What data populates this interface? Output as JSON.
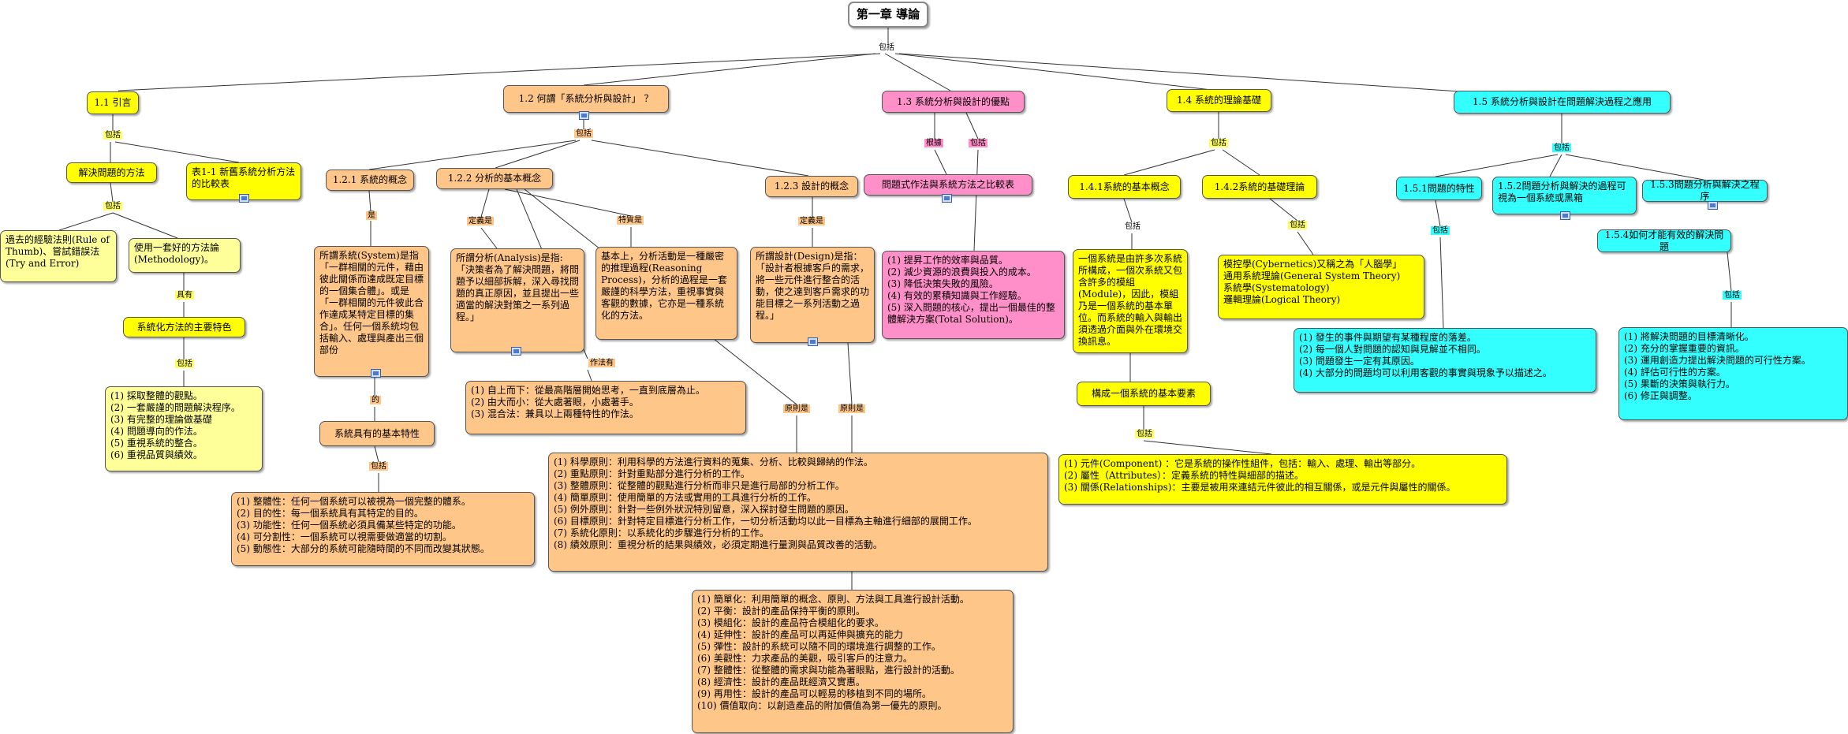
{
  "root": {
    "title": "第一章 導論",
    "link": "包括"
  },
  "n11": {
    "title": "1.1 引言",
    "link": "包括",
    "a": "解決問題的方法",
    "b": "表1-1 新舊系統分析方法的比較表",
    "a_link": "包括",
    "a1": "過去的經驗法則(Rule of Thumb)、嘗試錯誤法(Try and Error)",
    "a2": "使用一套好的方法論(Methodology)。",
    "a2_link": "具有",
    "a3": "系統化方法的主要特色",
    "a3_link": "包括",
    "a4": "(1) 採取整體的觀點。\n(2) 一套嚴謹的問題解決程序。\n(3) 有完整的理論做基礎\n(4) 問題導向的作法。\n(5) 重視系統的整合。\n(6) 重視品質與績效。"
  },
  "n12": {
    "title": "1.2 何謂「系統分析與設計」 ？",
    "link": "包括",
    "c1": "1.2.1 系統的概念",
    "c1_link": "是",
    "c1a": "所謂系統(System)是指「一群相關的元件，藉由彼此關係而達成既定目標的一個集合體」。或是「一群相關的元件彼此合作達成某特定目標的集合」。任何一個系統均包括輸入、處理與產出三個部份",
    "c1a_link": "的",
    "c1b": "系統具有的基本特性",
    "c1b_link": "包括",
    "c1c": "(1) 整體性：任何一個系統可以被視為一個完整的體系。\n(2) 目的性：每一個系統具有其特定的目的。\n(3) 功能性：任何一個系統必須具備某些特定的功能。\n(4) 可分割性：一個系統可以視需要做適當的切割。\n(5) 動態性：大部分的系統可能隨時間的不同而改變其狀態。",
    "c2": "1.2.2 分析的基本概念",
    "c2_link1": "定義是",
    "c2_link2": "特質是",
    "c2_link3": "作法有",
    "c2_link4": "原則是",
    "c2a": "所謂分析(Analysis)是指:「決策者為了解決問題，將問題予以細部拆解，深入尋找問題的真正原因，並且提出一些適當的解決對策之一系列過程。」",
    "c2b": "基本上，分析活動是一種嚴密的推理過程(Reasoning Process)，分析的過程是一套嚴謹的科學方法，重視事實與客觀的數據，它亦是一種系統化的方法。",
    "c2c": "(1) 自上而下：從最高階層開始思考，一直到底層為止。\n(2) 由大而小：從大處著眼，小處著手。\n(3) 混合法：兼具以上兩種特性的作法。",
    "c2d": "(1) 科學原則：利用科學的方法進行資料的蒐集、分析、比較與歸納的作法。\n(2) 重點原則：針對重點部分進行分析的工作。\n(3) 整體原則：從整體的觀點進行分析而非只是進行局部的分析工作。\n(4) 簡單原則：使用簡單的方法或實用的工具進行分析的工作。\n(5) 例外原則：針對一些例外狀況特別留意，深入探討發生問題的原因。\n(6) 目標原則：針對特定目標進行分析工作，一切分析活動均以此一目標為主軸進行細部的展開工作。\n(7) 系統化原則：以系統化的步驟進行分析的工作。\n(8) 績效原則：重視分析的結果與績效，必須定期進行量測與品質改善的活動。",
    "c3": "1.2.3 設計的概念",
    "c3_link1": "定義是",
    "c3_link2": "原則是",
    "c3a": "所謂設計(Design)是指：「設計者根據客戶的需求，將一些元件進行整合的活動，使之達到客戶需求的功能目標之一系列活動之過程。」",
    "c3b": "(1) 簡單化：利用簡單的概念、原則、方法與工具進行設計活動。\n(2) 平衡：設計的產品保持平衡的原則。\n(3) 模組化：設計的產品符合模組化的要求。\n(4) 延伸性：設計的產品可以再延伸與擴充的能力\n(5) 彈性：設計的系統可以隨不同的環境進行調整的工作。\n(6) 美觀性：力求產品的美觀，吸引客戶的注意力。\n(7) 整體性：從整體的需求與功能為著眼點，進行設計的活動。\n(8) 經濟性：設計的產品既經濟又實惠。\n(9) 再用性：設計的產品可以輕易的移植到不同的場所。\n(10) 價值取向：以創造產品的附加價值為第一優先的原則。"
  },
  "n13": {
    "title": "1.3 系統分析與設計的優點",
    "link1": "根據",
    "link2": "包括",
    "a": "問題式作法與系統方法之比較表",
    "b": "(1) 提昇工作的效率與品質。\n(2) 減少資源的浪費與投入的成本。\n(3) 降低決策失敗的風險。\n(4) 有效的累積知識與工作經驗。\n(5) 深入問題的核心，提出一個最佳的整體解決方案(Total Solution)。"
  },
  "n14": {
    "title": "1.4 系統的理論基礎",
    "link": "包括",
    "a": "1.4.1系統的基本概念",
    "a_link": "包括",
    "a1": "一個系統是由許多次系統所構成，一個次系統又包含許多的模組(Module)，因此，模組乃是一個系統的基本單位。而系統的輸入與輸出須透過介面與外在環境交換訊息。",
    "a2": "構成一個系統的基本要素",
    "a2_link": "包括",
    "a3": "(1) 元件(Component) ：它是系統的操作性組件，包括：輸入、處理、輸出等部分。\n(2) 屬性（Attributes）：定義系統的特性與細部的描述。\n(3) 關係(Relationships)：主要是被用來連結元件彼此的相互關係，或是元件與屬性的關係。",
    "b": "1.4.2系統的基礎理論",
    "b_link": "包括",
    "b1": "模控學(Cybernetics)又稱之為「人腦學」\n通用系統理論(General System Theory)\n系統學(Systematology)\n邏輯理論(Logical Theory)"
  },
  "n15": {
    "title": "1.5 系統分析與設計在問題解決過程之應用",
    "link": "包括",
    "a": "1.5.1問題的特性",
    "a_link": "包括",
    "a1": "(1) 發生的事件與期望有某種程度的落差。\n(2) 每一個人對問題的認知與見解並不相同。\n(3) 問題發生一定有其原因。\n(4) 大部分的問題均可以利用客觀的事實與現象予以描述之。",
    "b": "1.5.2問題分析與解決的過程可視為一個系統或黑箱",
    "c": "1.5.3問題分析與解決之程序",
    "d": "1.5.4如何才能有效的解決問題",
    "d_link": "包括",
    "d1": "(1) 將解決問題的目標清晰化。\n(2) 充分的掌握重要的資訊。\n(3) 運用創造力提出解決問題的可行性方案。\n(4) 評估可行性的方案。\n(5) 果斷的決策與執行力。\n(6) 修正與調整。"
  },
  "colors": {
    "yellow": "#ffff99",
    "yellow_strong": "#ffff00",
    "orange": "#ffc68a",
    "pink": "#ff8fc8",
    "cyan": "#33ffff"
  }
}
